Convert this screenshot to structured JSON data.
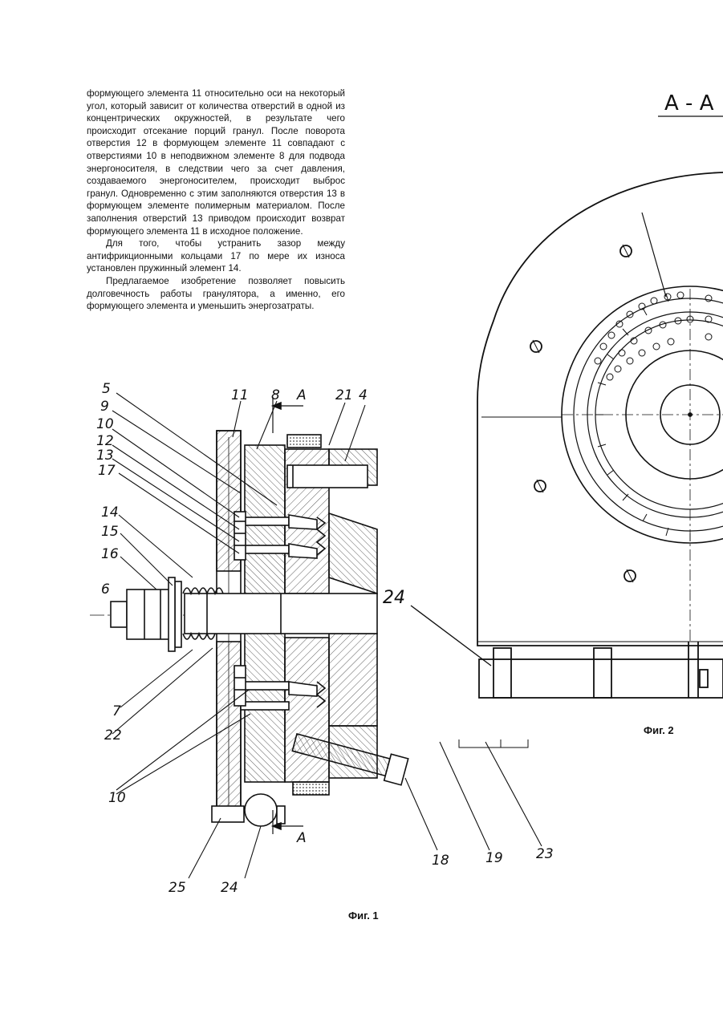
{
  "text": {
    "paragraphs": [
      "формующего элемента 11 относительно оси на некоторый угол, который зависит от количества отверстий в одной из концентрических окружностей, в результате чего происходит отсекание порций гранул. После поворота отверстия 12 в формующем элементе 11 совпадают с отверстиями 10 в неподвижном элементе 8 для подвода энергоносителя, в следствии чего за счет давления, создаваемого энергоносителем, происходит выброс гранул. Одновременно с этим заполняются отверстия 13 в формующем элементе полимерным материалом. После заполнения отверстий 13 приводом происходит возврат формующего элемента 11 в исходное положение.",
      "Для того, чтобы устранить зазор между антифрикционными кольцами 17 по мере их износа установлен пружинный элемент 14.",
      "Предлагаемое изобретение позволяет повысить долговечность работы гранулятора, а именно, его формующего элемента и уменьшить энергозатраты."
    ]
  },
  "fig1": {
    "caption": "Фиг. 1",
    "labels": {
      "l5": "5",
      "l9": "9",
      "l10a": "10",
      "l12": "12",
      "l13": "13",
      "l17": "17",
      "l14": "14",
      "l15": "15",
      "l16": "16",
      "l6": "6",
      "l7": "7",
      "l22": "22",
      "l10b": "10",
      "l25": "25",
      "l24": "24",
      "l11": "11",
      "l8": "8",
      "lA1": "A",
      "l21": "21",
      "l4": "4",
      "lA2": "A",
      "l18": "18",
      "l19": "19",
      "l23": "23"
    }
  },
  "fig2": {
    "caption": "Фиг. 2",
    "section_title": "А - А",
    "labels": {
      "l24": "24"
    }
  }
}
